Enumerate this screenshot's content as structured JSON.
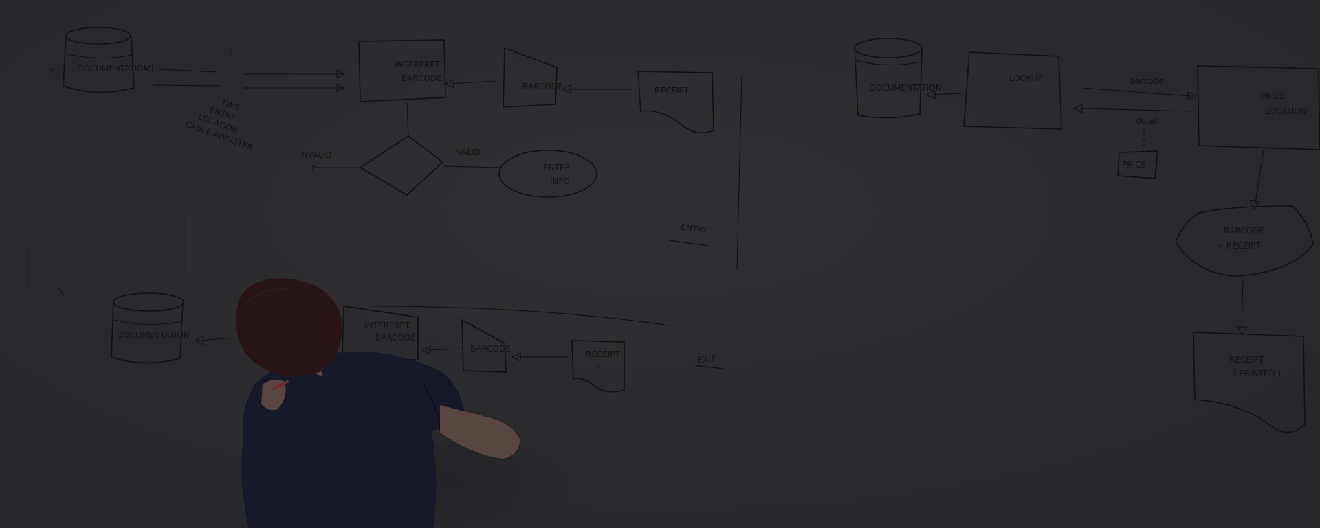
{
  "photo": {
    "description_free": true,
    "overlay_color": "#2b2b2e",
    "board_color": "#303033",
    "ink_color": "#131316",
    "beanie_color": "#2a1416",
    "shirt_color": "#16182a",
    "skin_color": "#6b5450"
  },
  "board_text": {
    "entry": "ENTRY",
    "exit": "EXIT",
    "receipt_1": "RECEIPT",
    "receipt_2": "RECEIPT",
    "receipt_printed": "RECEIPT",
    "receipt_printed_sub": "( PRINTED )",
    "interpret_1": "INTERPRET",
    "barcode_1": "BARCODE",
    "interpret_2": "INTERPRET",
    "barcode_2": "BARCODE",
    "barcode_scan_1": "BARCODE",
    "barcode_scan_2": "BARCODE",
    "documentation_1": "DOCUMENTATION",
    "documentation_2": "DOCUMENTATION",
    "documentation_3": "DOCUMENTATION",
    "invalid": "INVALID",
    "valid": "VALID",
    "enter_info": "ENTER",
    "enter_info_sub": "INFO",
    "time": "TIME",
    "entry_list": "ENTRY",
    "location": "LOCATION",
    "cable_adjuster": "CABLE ADJUSTER",
    "lookup": "LOOKUP",
    "barcode_label": "barcode",
    "detail_label": "detail",
    "price": "PRICE",
    "price_location_1": "PRICE",
    "price_location_2": "LOCATION",
    "barcode_receipt_1": "BARCODE",
    "barcode_receipt_2": "+ RECEIPT",
    "question": "?"
  }
}
